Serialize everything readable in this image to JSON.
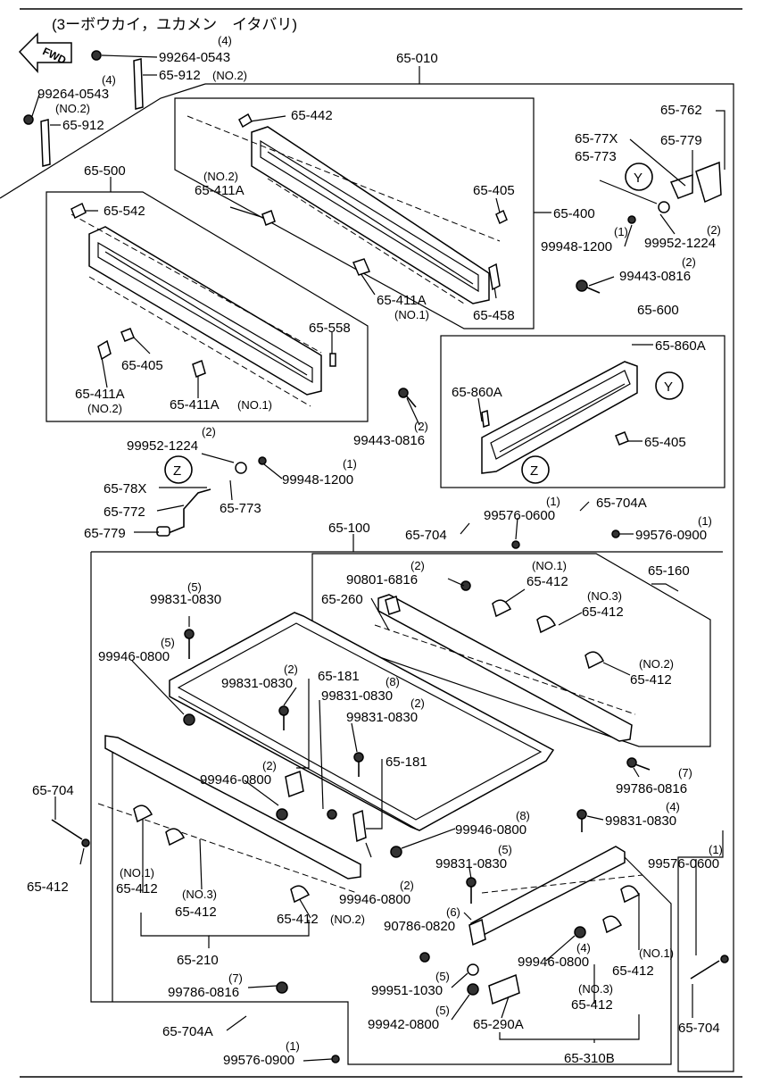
{
  "header": {
    "title": "(3ーボウカイ，ユカメン　イタバリ)",
    "direction": "FWD"
  },
  "callouts": [
    {
      "id": "c1",
      "num": "99264-0543",
      "qty": "(4)"
    },
    {
      "id": "c2",
      "num": "65-912",
      "note": "(NO.2)"
    },
    {
      "id": "c3",
      "num": "99264-0543",
      "qty": "(4)"
    },
    {
      "id": "c4",
      "num": "65-912",
      "note": "(NO.2)"
    },
    {
      "id": "c5",
      "num": "65-010"
    },
    {
      "id": "c6",
      "num": "65-442"
    },
    {
      "id": "c7",
      "num": "65-500"
    },
    {
      "id": "c8",
      "num": "65-411A",
      "note": "(NO.2)"
    },
    {
      "id": "c9",
      "num": "65-542"
    },
    {
      "id": "c10",
      "num": "65-405"
    },
    {
      "id": "c11",
      "num": "65-400"
    },
    {
      "id": "c12",
      "num": "65-411A",
      "note": "(NO.1)"
    },
    {
      "id": "c13",
      "num": "65-458"
    },
    {
      "id": "c14",
      "num": "65-762"
    },
    {
      "id": "c15",
      "num": "65-77X"
    },
    {
      "id": "c16",
      "num": "65-779"
    },
    {
      "id": "c17",
      "num": "65-773"
    },
    {
      "id": "c18",
      "num": "99948-1200",
      "qty": "(1)"
    },
    {
      "id": "c19",
      "num": "99952-1224",
      "qty": "(2)"
    },
    {
      "id": "c20",
      "num": "99443-0816",
      "qty": "(2)"
    },
    {
      "id": "c21",
      "num": "65-600"
    },
    {
      "id": "c22",
      "num": "65-860A"
    },
    {
      "id": "c23",
      "num": "65-558"
    },
    {
      "id": "c24",
      "num": "65-405"
    },
    {
      "id": "c25",
      "num": "65-411A",
      "note": "(NO.2)"
    },
    {
      "id": "c26",
      "num": "65-411A",
      "note": "(NO.1)"
    },
    {
      "id": "c27",
      "num": "65-860A"
    },
    {
      "id": "c28",
      "num": "99443-0816",
      "qty": "(2)"
    },
    {
      "id": "c29",
      "num": "65-405"
    },
    {
      "id": "c30",
      "num": "99952-1224",
      "qty": "(2)"
    },
    {
      "id": "c31",
      "num": "99948-1200",
      "qty": "(1)"
    },
    {
      "id": "c32",
      "num": "65-78X"
    },
    {
      "id": "c33",
      "num": "65-773"
    },
    {
      "id": "c34",
      "num": "65-772"
    },
    {
      "id": "c35",
      "num": "65-779"
    },
    {
      "id": "c36",
      "num": "99576-0600",
      "qty": "(1)"
    },
    {
      "id": "c37",
      "num": "65-704A"
    },
    {
      "id": "c38",
      "num": "65-704"
    },
    {
      "id": "c39",
      "num": "99576-0900",
      "qty": "(1)"
    },
    {
      "id": "c40",
      "num": "65-100"
    },
    {
      "id": "c41",
      "num": "90801-6816",
      "qty": "(2)"
    },
    {
      "id": "c42",
      "num": "65-412",
      "note": "(NO.1)"
    },
    {
      "id": "c43",
      "num": "65-160"
    },
    {
      "id": "c44",
      "num": "65-260"
    },
    {
      "id": "c45",
      "num": "65-412",
      "note": "(NO.3)"
    },
    {
      "id": "c46",
      "num": "99831-0830",
      "qty": "(5)"
    },
    {
      "id": "c47",
      "num": "99946-0800",
      "qty": "(5)"
    },
    {
      "id": "c48",
      "num": "65-412",
      "note": "(NO.2)"
    },
    {
      "id": "c49",
      "num": "99831-0830",
      "qty": "(2)"
    },
    {
      "id": "c50",
      "num": "65-181"
    },
    {
      "id": "c51",
      "num": "99831-0830",
      "qty": "(8)"
    },
    {
      "id": "c52",
      "num": "99831-0830",
      "qty": "(2)"
    },
    {
      "id": "c53",
      "num": "65-181"
    },
    {
      "id": "c54",
      "num": "99946-0800",
      "qty": "(2)"
    },
    {
      "id": "c55",
      "num": "99786-0816",
      "qty": "(7)"
    },
    {
      "id": "c56",
      "num": "65-704"
    },
    {
      "id": "c57",
      "num": "99946-0800",
      "qty": "(8)"
    },
    {
      "id": "c58",
      "num": "99831-0830",
      "qty": "(4)"
    },
    {
      "id": "c59",
      "num": "99576-0600",
      "qty": "(1)"
    },
    {
      "id": "c60",
      "num": "99831-0830",
      "qty": "(5)"
    },
    {
      "id": "c61",
      "num": "65-412",
      "note": "(NO.1)"
    },
    {
      "id": "c62",
      "num": "99946-0800",
      "qty": "(2)"
    },
    {
      "id": "c63",
      "num": "65-412",
      "note": "(NO.3)"
    },
    {
      "id": "c64",
      "num": "65-412",
      "note": "(NO.2)"
    },
    {
      "id": "c65",
      "num": "90786-0820",
      "qty": "(6)"
    },
    {
      "id": "c66",
      "num": "99946-0800",
      "qty": "(4)"
    },
    {
      "id": "c67",
      "num": "65-412",
      "note": "(NO.1)"
    },
    {
      "id": "c68",
      "num": "65-210"
    },
    {
      "id": "c69",
      "num": "99786-0816",
      "qty": "(7)"
    },
    {
      "id": "c70",
      "num": "99951-1030",
      "qty": "(5)"
    },
    {
      "id": "c71",
      "num": "65-412",
      "note": "(NO.3)"
    },
    {
      "id": "c72",
      "num": "65-704A"
    },
    {
      "id": "c73",
      "num": "99942-0800",
      "qty": "(5)"
    },
    {
      "id": "c74",
      "num": "65-290A"
    },
    {
      "id": "c75",
      "num": "65-704"
    },
    {
      "id": "c76",
      "num": "99576-0900",
      "qty": "(1)"
    },
    {
      "id": "c77",
      "num": "65-310B"
    },
    {
      "id": "c78",
      "num": "99576-0600",
      "qty": "(1)"
    }
  ],
  "view_markers": [
    {
      "id": "vY1",
      "letter": "Y"
    },
    {
      "id": "vY2",
      "letter": "Y"
    },
    {
      "id": "vZ1",
      "letter": "Z"
    },
    {
      "id": "vZ2",
      "letter": "Z"
    }
  ]
}
